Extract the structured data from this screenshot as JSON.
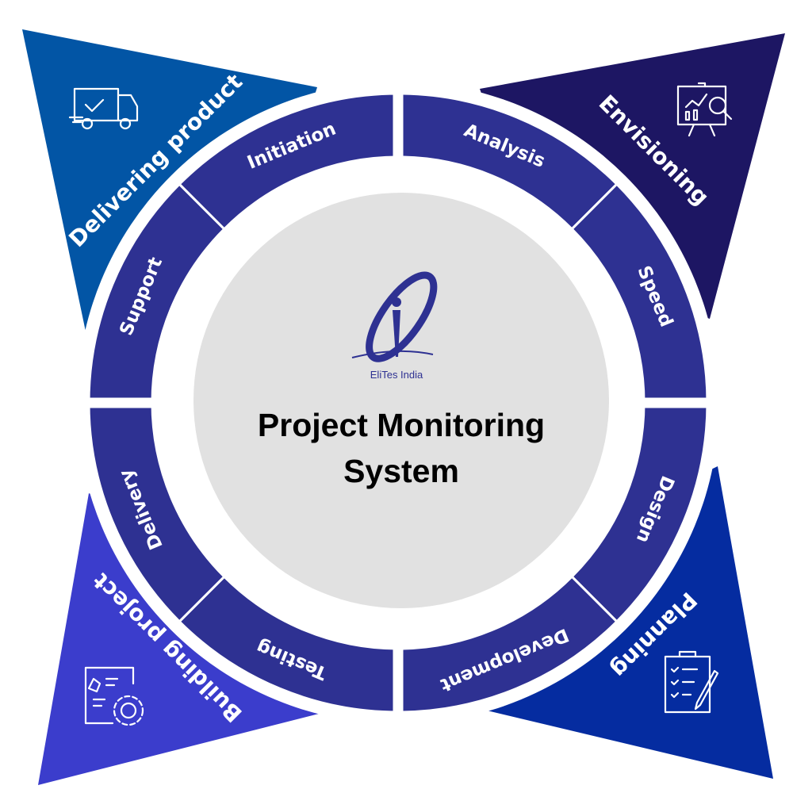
{
  "title": {
    "line1": "Project Monitoring",
    "line2": "System"
  },
  "logo": {
    "text": "EliTes India"
  },
  "phases": [
    {
      "label": "Delivering product",
      "icon": "delivery-truck-icon",
      "color": "#0255a5"
    },
    {
      "label": "Envisioning",
      "icon": "presentation-analytics-icon",
      "color": "#1d1663"
    },
    {
      "label": "Planning",
      "icon": "clipboard-checklist-icon",
      "color": "#052ca0"
    },
    {
      "label": "Building project",
      "icon": "blueprint-gear-icon",
      "color": "#3b3dcc"
    }
  ],
  "stages": [
    "Support",
    "Initiation",
    "Analysis",
    "Speed",
    "Design",
    "Development",
    "Testing",
    "Delivery"
  ],
  "colors": {
    "ring": "#2e3192",
    "center": "#e1e1e1",
    "logo": "#2e3192"
  }
}
